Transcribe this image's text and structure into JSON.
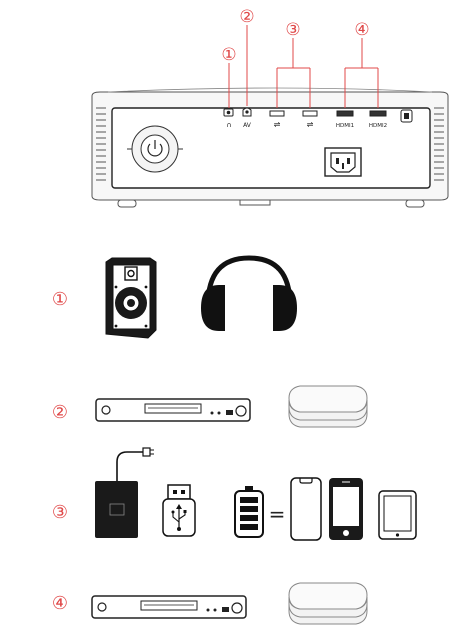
{
  "callouts": [
    "①",
    "②",
    "③",
    "④"
  ],
  "ports": {
    "audio": "∩",
    "av": "AV",
    "usb1": "⇌",
    "usb2": "⇌",
    "hdmi1": "HDMI1",
    "hdmi2": "HDMI2"
  },
  "rows": [
    {
      "number": "①",
      "devices": [
        "speaker-icon",
        "headphones-icon"
      ]
    },
    {
      "number": "②",
      "devices": [
        "dvd-player-icon",
        "tv-box-icon"
      ]
    },
    {
      "number": "③",
      "devices": [
        "hard-drive-icon",
        "usb-stick-icon",
        "battery-icon",
        "phone-icon",
        "smartphone-icon",
        "tablet-icon"
      ],
      "symbol": "="
    },
    {
      "number": "④",
      "devices": [
        "dvd-player-icon",
        "tv-box-icon"
      ]
    }
  ],
  "colors": {
    "accent": "#e04848",
    "stroke": "#222222",
    "fill_dark": "#1a1a1a"
  }
}
